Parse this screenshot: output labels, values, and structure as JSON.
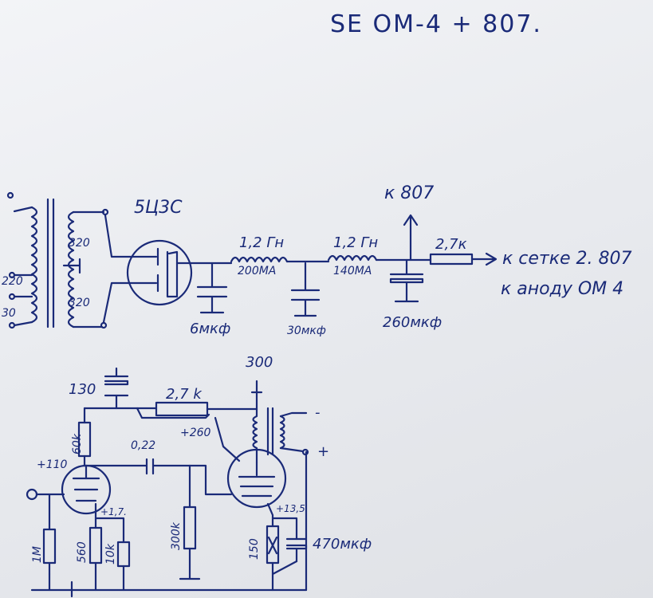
{
  "title": "SE  OM-4 + 807.",
  "power_supply": {
    "rectifier": "5Ц3С",
    "secondary_upper": "320",
    "secondary_lower": "320",
    "primary_220": "220",
    "primary_30": "30",
    "choke1_value": "1,2 Гн",
    "choke1_current": "200MA",
    "choke2_value": "1,2 Гн",
    "choke2_current": "140MA",
    "cap1": "6мкф",
    "cap2": "30мкф",
    "cap3": "260мкф",
    "to_807": "к 807",
    "resistor": "2,7к",
    "to_screen": "к сетке 2. 807",
    "to_anode": "к аноду ОМ 4"
  },
  "amplifier": {
    "cap_130": "130",
    "resistor_2k7": "2,7 k",
    "plus_260": "+260",
    "plus_300": "300",
    "plus_sign": "+",
    "resistor_60k": "60k",
    "plus_110": "+110",
    "coupling_cap": "0,22",
    "plus_1_7": "+1,7.",
    "resistor_1m": "1M",
    "resistor_560": "560",
    "resistor_10k": "10k",
    "resistor_300k": "300k",
    "plus_13_5": "+13,5",
    "resistor_150": "150",
    "cap_470": "470мкф",
    "out_minus": "-",
    "out_plus": "+"
  }
}
